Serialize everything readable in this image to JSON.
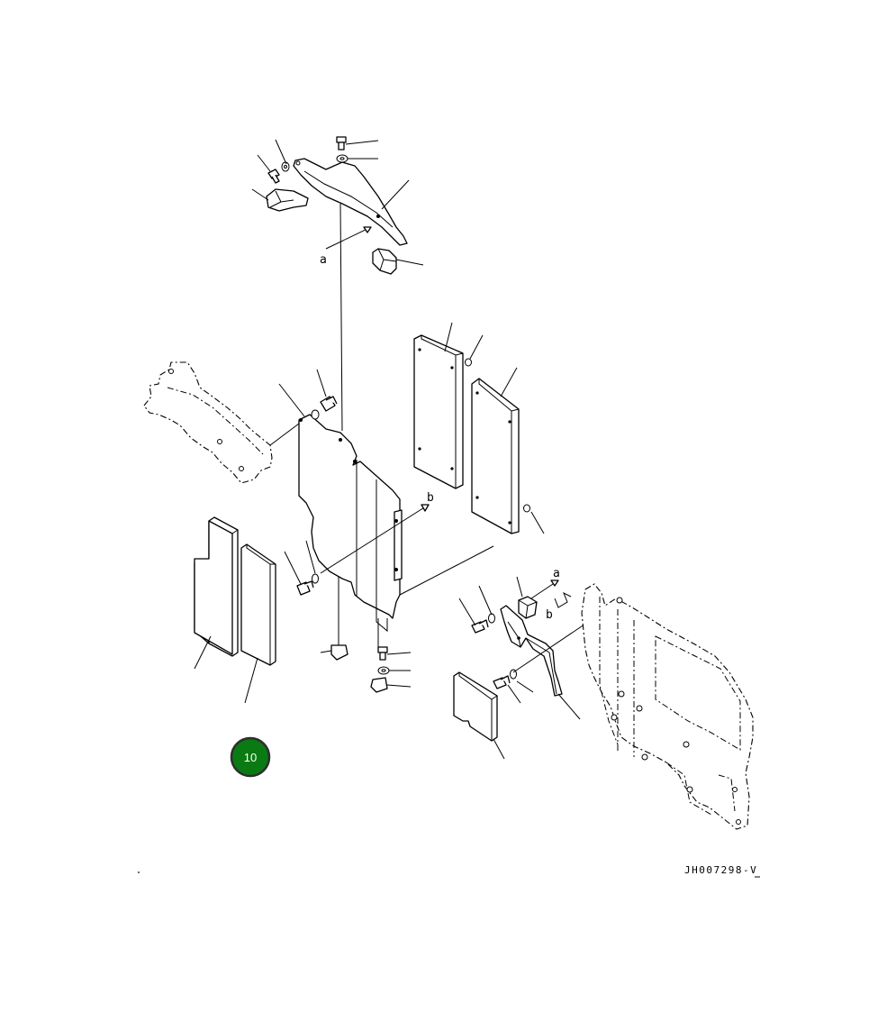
{
  "diagram": {
    "reference_code": "JH007298-V",
    "badge": {
      "label": "10",
      "color": "#0a7a12"
    },
    "callouts": {
      "a_top": "a",
      "a_right": "a",
      "b_center": "b",
      "b_right": "b"
    }
  }
}
